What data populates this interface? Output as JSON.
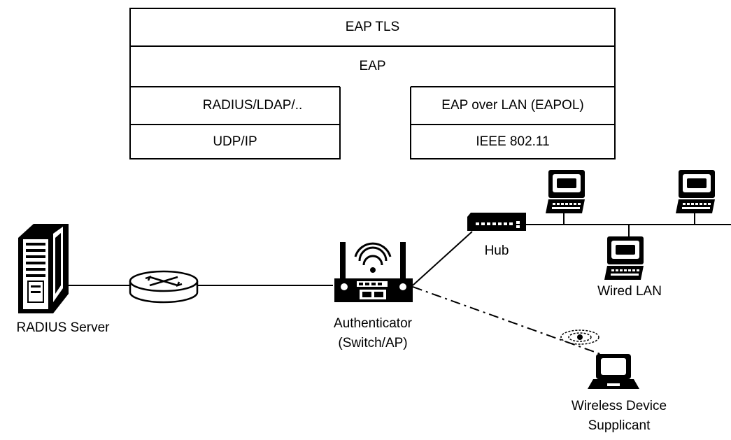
{
  "protocol_stack": {
    "eap_tls": "EAP TLS",
    "eap": "EAP",
    "server_side": {
      "upper": "RADIUS/LDAP/..",
      "lower": "UDP/IP"
    },
    "client_side": {
      "upper": "EAP over LAN (EAPOL)",
      "lower": "IEEE 802.11"
    }
  },
  "nodes": {
    "radius_server": "RADIUS Server",
    "authenticator_line1": "Authenticator",
    "authenticator_line2": "(Switch/AP)",
    "hub": "Hub",
    "wired_lan": "Wired LAN",
    "supplicant_line1": "Wireless Device",
    "supplicant_line2": "Supplicant"
  },
  "icons": {
    "server": "server-tower-icon",
    "router": "router-icon",
    "access_point": "wireless-access-point-icon",
    "hub": "network-hub-icon",
    "desktop": "desktop-computer-icon",
    "laptop": "laptop-icon",
    "antenna": "antenna-signal-icon"
  },
  "links": {
    "wired": "solid",
    "wireless": "dash-dot"
  }
}
